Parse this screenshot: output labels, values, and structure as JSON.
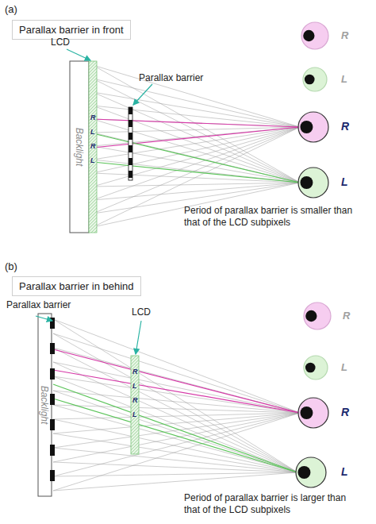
{
  "diagram": {
    "nodes": [
      {
        "text": [
          "Parallax barrier in front"
        ]
      },
      {
        "text": [
          "Backlight"
        ]
      },
      {
        "text": [
          "Parallax barrier in behind"
        ]
      },
      {
        "text": [
          "Backlight"
        ]
      }
    ],
    "labels": [
      "(a)",
      "LCD",
      "Parallax barrier",
      "R",
      "L",
      "R",
      "L",
      "R",
      "L",
      "R",
      "L",
      "Period of parallax barrier is smaller than that of the LCD subpixels",
      "(b)",
      "Parallax barrier",
      "LCD",
      "R",
      "L",
      "R",
      "L",
      "R",
      "L",
      "R",
      "L",
      "Period of parallax barrier is larger than that of the LCD subpixels"
    ]
  }
}
